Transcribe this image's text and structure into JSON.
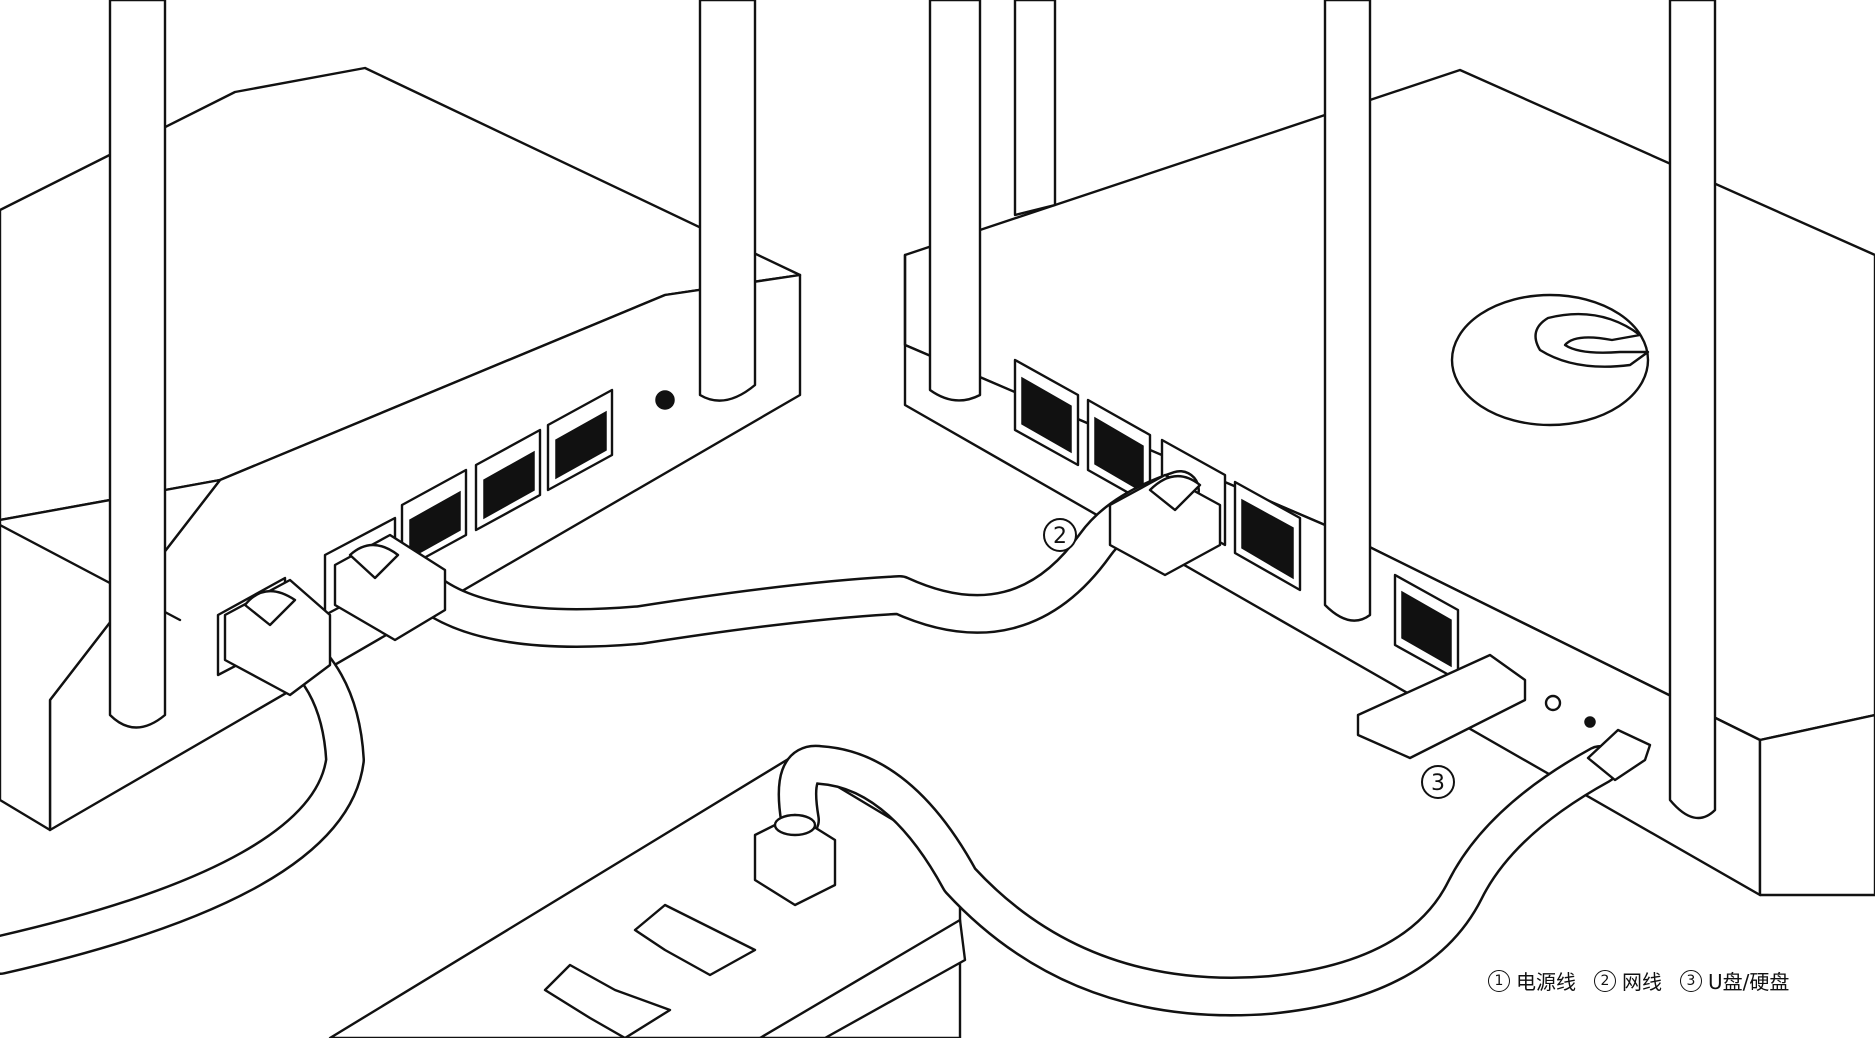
{
  "callouts": [
    {
      "num": "2"
    },
    {
      "num": "3"
    }
  ],
  "legend": [
    {
      "num": "1",
      "label": "电源线"
    },
    {
      "num": "2",
      "label": "网线"
    },
    {
      "num": "3",
      "label": "U盘/硬盘"
    }
  ],
  "colors": {
    "line": "#111111",
    "background": "#ffffff"
  }
}
